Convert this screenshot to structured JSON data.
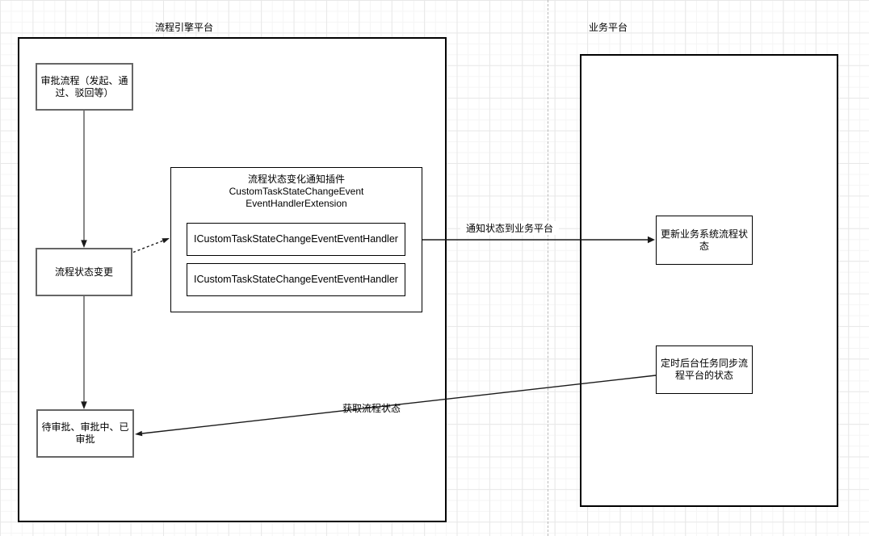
{
  "containers": {
    "engine": {
      "title": "流程引擎平台"
    },
    "business": {
      "title": "业务平台"
    }
  },
  "nodes": {
    "approval_flow": {
      "label": "审批流程（发起、通过、驳回等）"
    },
    "state_change": {
      "label": "流程状态变更"
    },
    "pending_status": {
      "label": "待审批、审批中、已审批"
    },
    "plugin": {
      "title_cn": "流程状态变化通知插件",
      "title_en_line1": "CustomTaskStateChangeEvent",
      "title_en_line2": "EventHandlerExtension"
    },
    "handler_1": {
      "label": "ICustomTaskStateChangeEventEventHandler"
    },
    "handler_2": {
      "label": "ICustomTaskStateChangeEventEventHandler"
    },
    "update_status": {
      "label": "更新业务系统流程状态"
    },
    "timer_task": {
      "label": "定时后台任务同步流程平台的状态"
    }
  },
  "edges": {
    "notify_label": "通知状态到业务平台",
    "fetch_label": "获取流程状态"
  },
  "colors": {
    "node_border_gray": "#666666",
    "line_black": "#1a1a1a",
    "line_gray": "#737373",
    "container_border": "#000000",
    "grid_minor": "#f5f5f5",
    "grid_major": "#e8e8e8",
    "page_break_dash": "#b9b9b9",
    "background": "#ffffff"
  }
}
